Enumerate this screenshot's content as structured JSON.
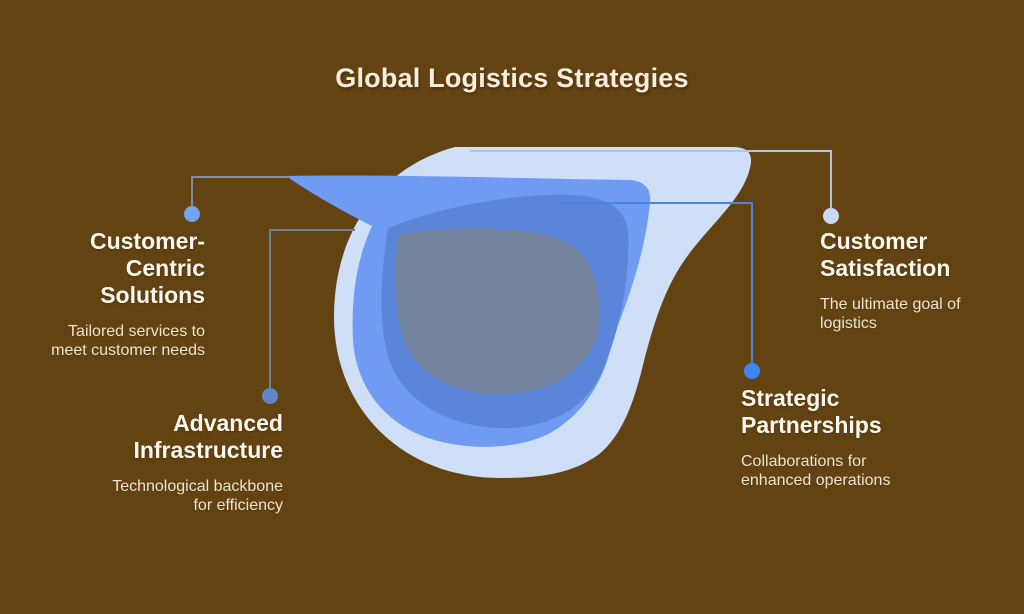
{
  "title": "Global Logistics Strategies",
  "colors": {
    "background": "#634312",
    "title_text": "#f8eedd",
    "heading_text": "#fcf8f0",
    "body_text": "#f0e5d1",
    "layer_outer": "#cfdff7",
    "layer_mid": "#6f9cf2",
    "layer_inner": "#5b85d8",
    "layer_core": "#74839e"
  },
  "callouts": [
    {
      "id": "customer-centric",
      "heading": "Customer-\nCentric\nSolutions",
      "body": "Tailored services to\nmeet customer needs",
      "dot_color": "#72a4f0",
      "line_color": "#808da6"
    },
    {
      "id": "advanced-infrastructure",
      "heading": "Advanced\nInfrastructure",
      "body": "Technological backbone\nfor efficiency",
      "dot_color": "#5e84c9",
      "line_color": "#6d7f9c"
    },
    {
      "id": "customer-satisfaction",
      "heading": "Customer\nSatisfaction",
      "body": "The ultimate goal of\nlogistics",
      "dot_color": "#c8d9f4",
      "line_color": "#b3c4e0"
    },
    {
      "id": "strategic-partnerships",
      "heading": "Strategic\nPartnerships",
      "body": "Collaborations for\nenhanced operations",
      "dot_color": "#3f87f5",
      "line_color": "#4884e0"
    }
  ]
}
